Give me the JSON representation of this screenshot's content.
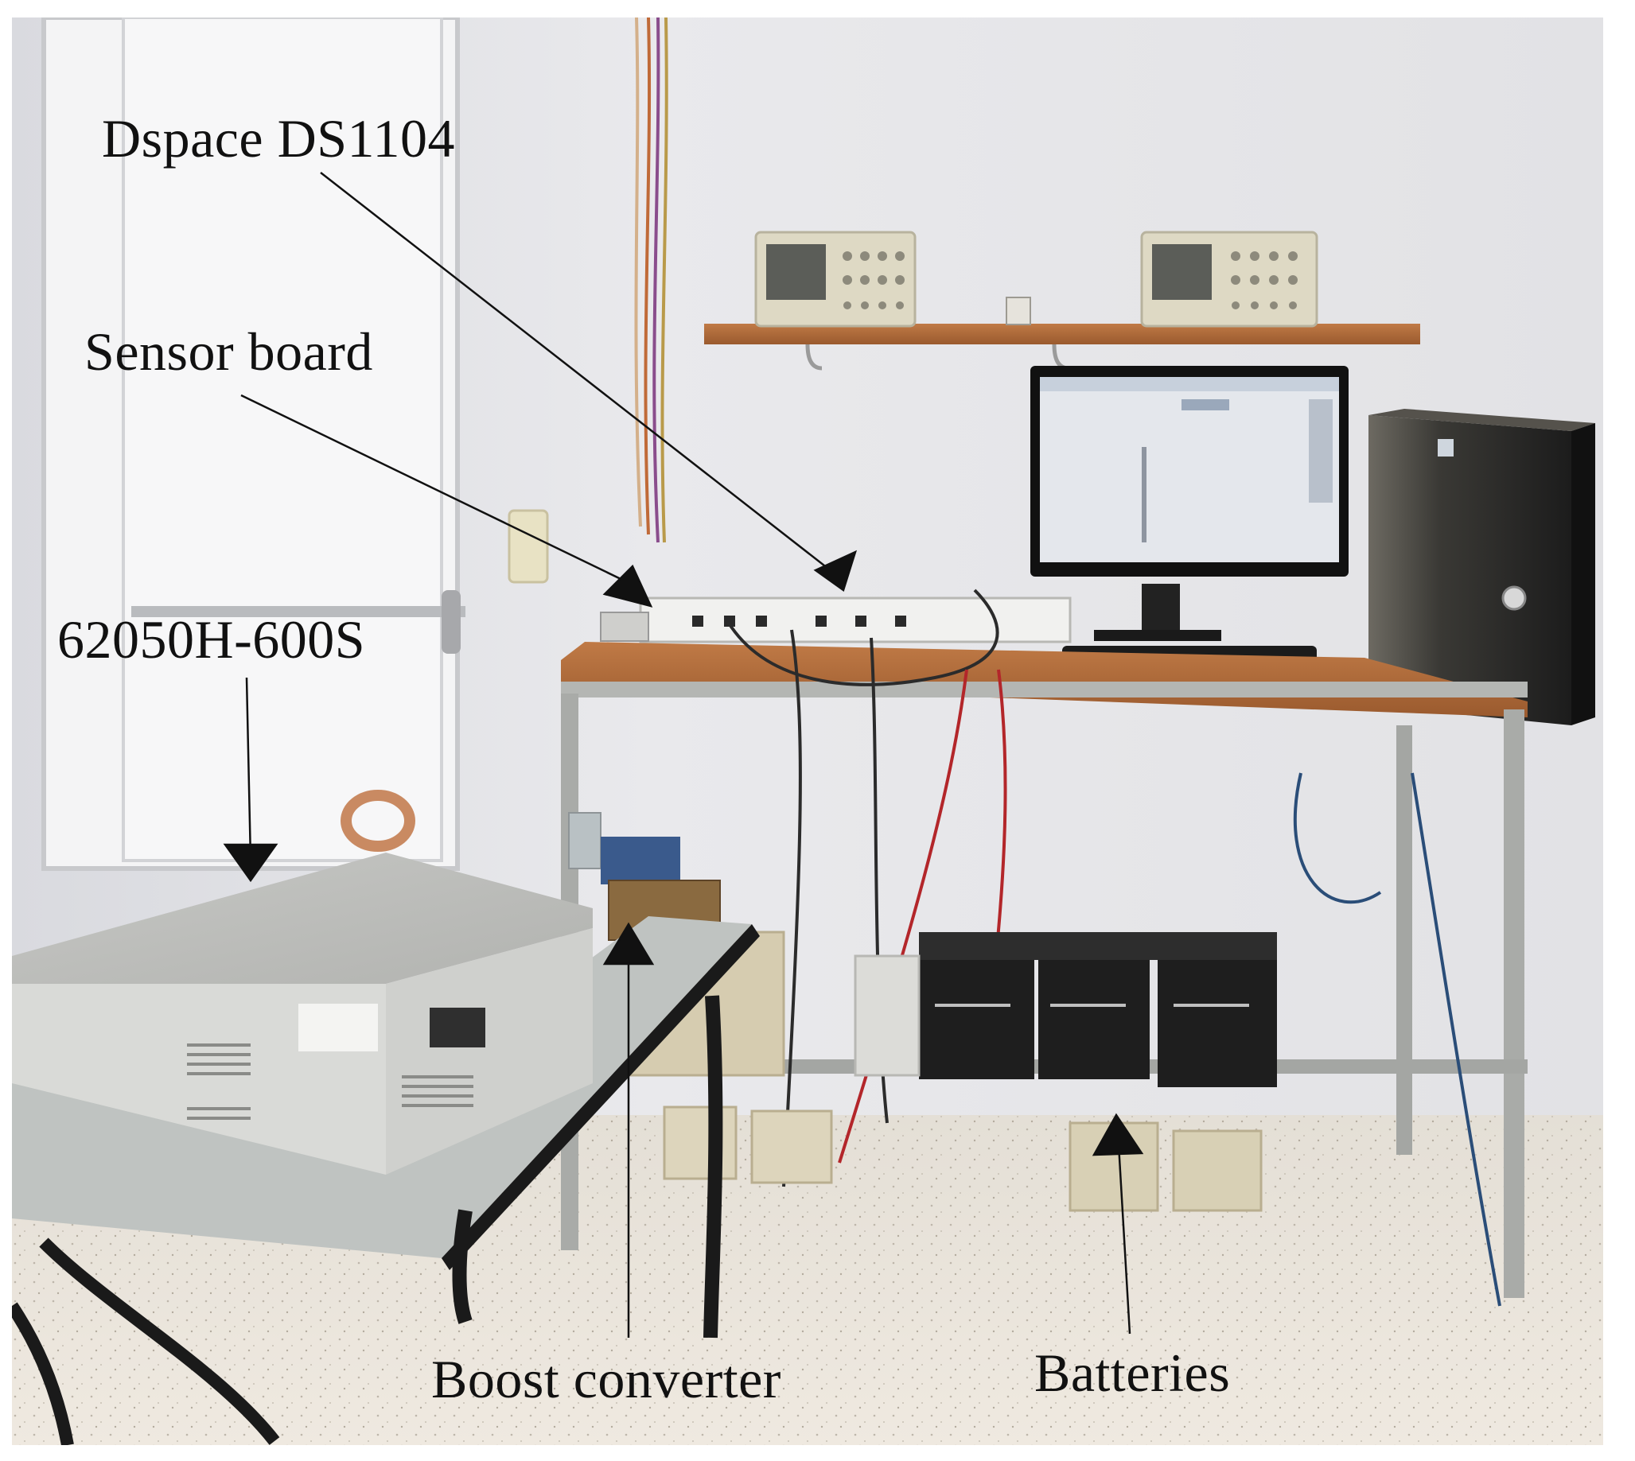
{
  "labels": {
    "dspace": "Dspace DS1104",
    "sensor_board": "Sensor board",
    "power_supply": "62050H-600S",
    "boost_converter": "Boost converter",
    "batteries": "Batteries"
  }
}
